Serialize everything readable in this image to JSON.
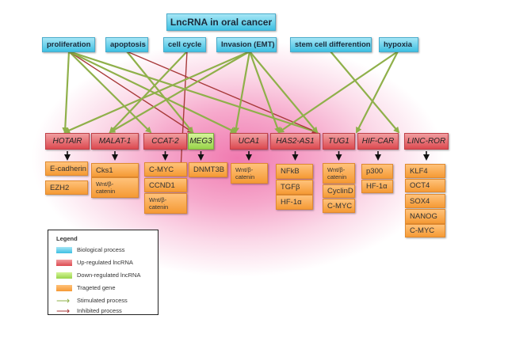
{
  "title": "LncRNA in oral cancer",
  "processes": [
    "proliferation",
    "apoptosis",
    "cell cycle",
    "Invasion (EMT)",
    "stem cell differention",
    "hypoxia"
  ],
  "lncrnas": [
    {
      "name": "HOTAIR",
      "regulation": "up",
      "genes": [
        "E-cadherin",
        "EZH2"
      ]
    },
    {
      "name": "MALAT-1",
      "regulation": "up",
      "genes": [
        "Cks1",
        "Wnt/β-\ncatenin"
      ]
    },
    {
      "name": "CCAT-2",
      "regulation": "up",
      "genes": [
        "C-MYC",
        "CCND1",
        "Wnt/β-\ncatenin"
      ]
    },
    {
      "name": "MEG3",
      "regulation": "down",
      "genes": [
        "DNMT3B"
      ]
    },
    {
      "name": "UCA1",
      "regulation": "up",
      "genes": [
        "Wnt/β-\ncatenin"
      ]
    },
    {
      "name": "HAS2-AS1",
      "regulation": "up",
      "genes": [
        "NFkB",
        "TGFβ",
        "HF-1α"
      ]
    },
    {
      "name": "TUG1",
      "regulation": "up",
      "genes": [
        "Wnt/β-\ncatenin",
        "CyclinD",
        "C-MYC"
      ]
    },
    {
      "name": "HIF-CAR",
      "regulation": "up",
      "genes": [
        "p300",
        "HF-1α"
      ]
    },
    {
      "name": "LINC-ROR",
      "regulation": "up",
      "genes": [
        "KLF4",
        "OCT4",
        "SOX4",
        "NANOG",
        "C-MYC"
      ]
    }
  ],
  "edges": [
    {
      "from": "proliferation",
      "to": "HOTAIR",
      "type": "stimulated"
    },
    {
      "from": "proliferation",
      "to": "CCAT-2",
      "type": "stimulated"
    },
    {
      "from": "proliferation",
      "to": "MEG3",
      "type": "inhibited"
    },
    {
      "from": "proliferation",
      "to": "UCA1",
      "type": "stimulated"
    },
    {
      "from": "proliferation",
      "to": "TUG1",
      "type": "stimulated"
    },
    {
      "from": "apoptosis",
      "to": "MEG3",
      "type": "stimulated"
    },
    {
      "from": "apoptosis",
      "to": "TUG1",
      "type": "inhibited"
    },
    {
      "from": "cell cycle",
      "to": "MALAT-1",
      "type": "stimulated"
    },
    {
      "from": "cell cycle",
      "to": "MEG3",
      "type": "inhibited"
    },
    {
      "from": "Invasion (EMT)",
      "to": "HOTAIR",
      "type": "stimulated"
    },
    {
      "from": "Invasion (EMT)",
      "to": "MALAT-1",
      "type": "stimulated"
    },
    {
      "from": "Invasion (EMT)",
      "to": "UCA1",
      "type": "stimulated"
    },
    {
      "from": "Invasion (EMT)",
      "to": "HAS2-AS1",
      "type": "stimulated"
    },
    {
      "from": "Invasion (EMT)",
      "to": "TUG1",
      "type": "stimulated"
    },
    {
      "from": "stem cell differention",
      "to": "LINC-ROR",
      "type": "stimulated"
    },
    {
      "from": "hypoxia",
      "to": "HAS2-AS1",
      "type": "stimulated"
    },
    {
      "from": "hypoxia",
      "to": "HIF-CAR",
      "type": "stimulated"
    }
  ],
  "colors": {
    "process": "#3ec0e2",
    "up": "#dc4a50",
    "down": "#98d44a",
    "gene": "#f59a35",
    "stimulated": "#8fb04a",
    "inhibited": "#a83a3a"
  },
  "legend": {
    "title": "Legend",
    "items": [
      "Biological process",
      "Up-regulated lncRNA",
      "Down-regulated lncRNA",
      "Trageted gene",
      "Stimulated process",
      "Inhibited process"
    ]
  }
}
